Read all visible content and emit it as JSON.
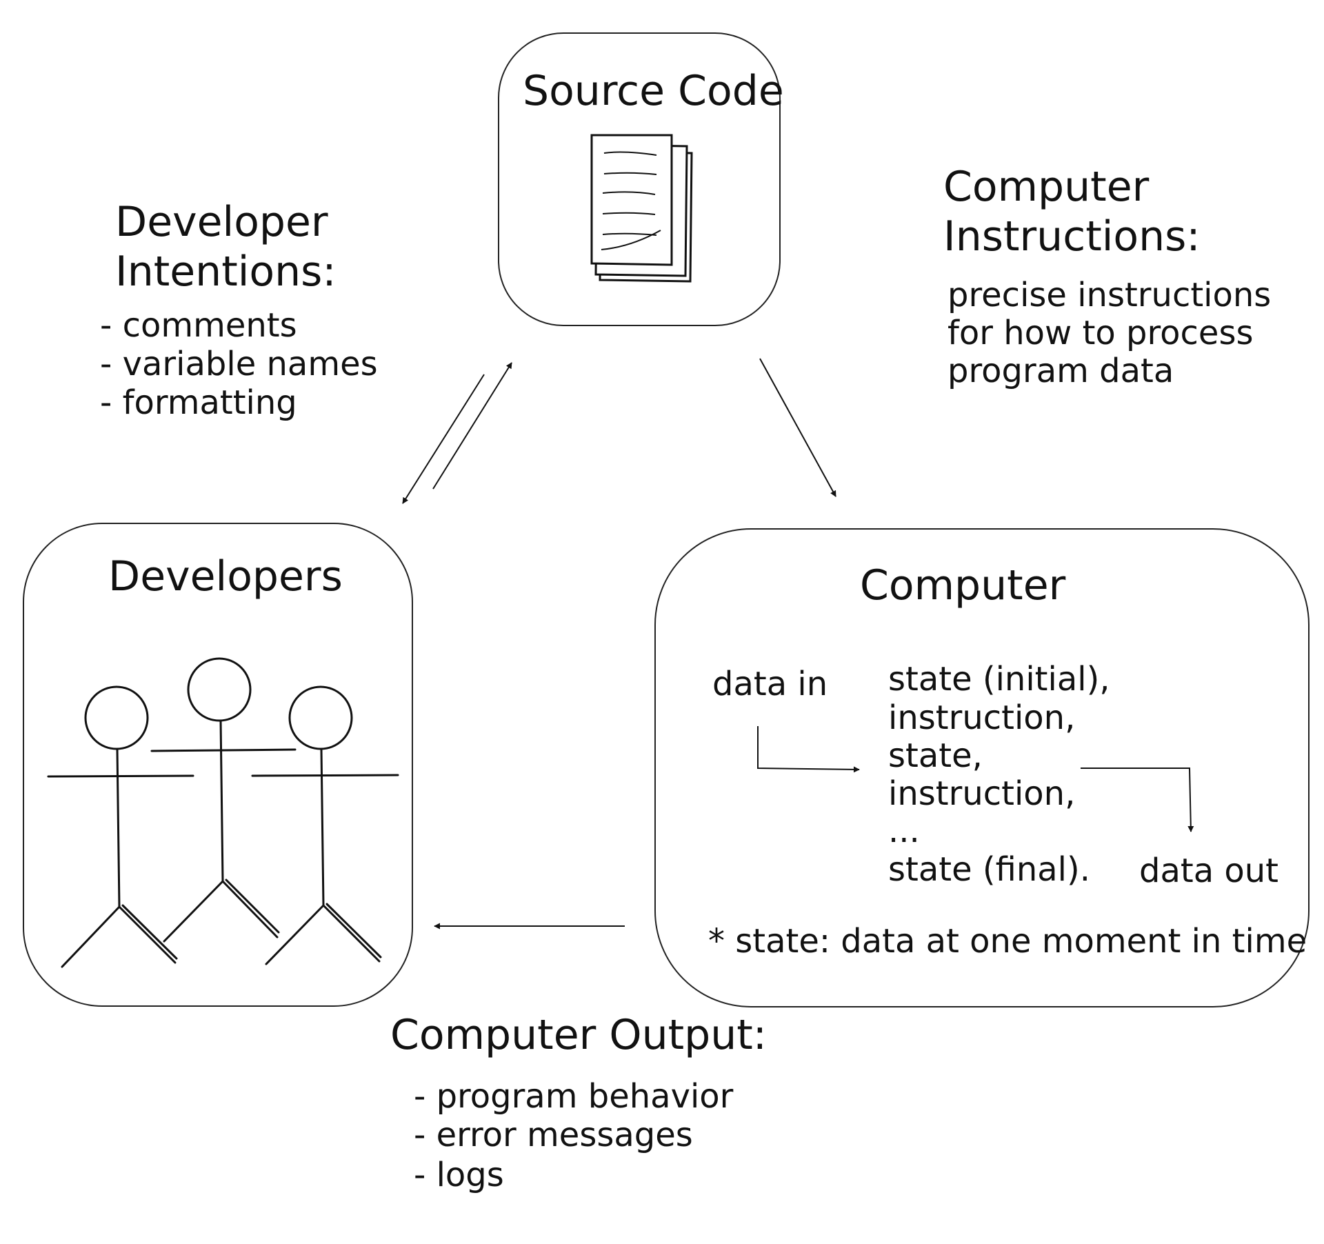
{
  "source_code": {
    "title": "Source Code",
    "icon": "documents-icon"
  },
  "developer_intentions": {
    "heading_lines": [
      "Developer",
      "Intentions:"
    ],
    "items": [
      "- comments",
      "- variable names",
      "- formatting"
    ]
  },
  "computer_instructions": {
    "heading_lines": [
      "Computer",
      "Instructions:"
    ],
    "description_lines": [
      "precise instructions",
      "for how to process",
      "program data"
    ]
  },
  "developers": {
    "title": "Developers",
    "icon": "stick-figures-icon"
  },
  "computer": {
    "title": "Computer",
    "data_in": "data in",
    "sequence": [
      "state (initial),",
      "instruction,",
      "state,",
      "instruction,",
      "...",
      "state (final)."
    ],
    "data_out": "data out",
    "footnote": "* state: data at one moment in time"
  },
  "computer_output": {
    "heading": "Computer Output:",
    "items": [
      "- program behavior",
      "- error messages",
      "- logs"
    ]
  }
}
